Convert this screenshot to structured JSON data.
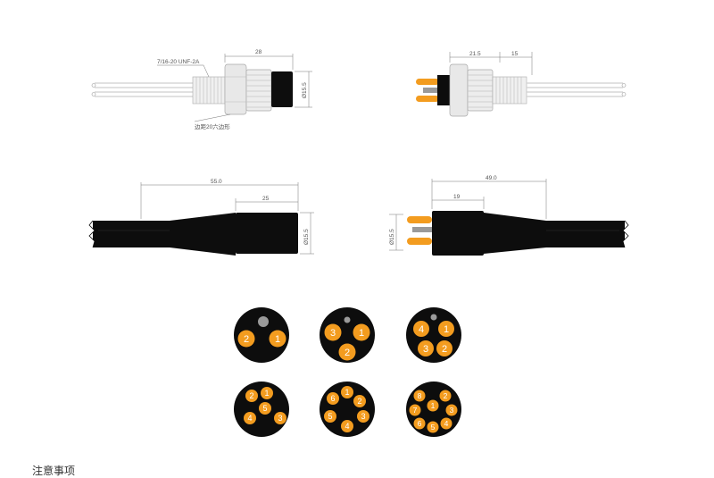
{
  "colors": {
    "pin": "#f39c1f",
    "body": "#0d0d0d",
    "key": "#9a9a9a",
    "metal": "#e9e9e9",
    "line": "#555555"
  },
  "top_left": {
    "thread_label": "7/16-20 UNF-2A",
    "length_label": "28",
    "diameter_label": "Ø15.5",
    "hex_label": "边距20六边形"
  },
  "top_right": {
    "length_a_label": "21.5",
    "length_b_label": "15"
  },
  "mid_left": {
    "total_label": "55.0",
    "body_label": "25",
    "diameter_label": "Ø15.5"
  },
  "mid_right": {
    "total_label": "49.0",
    "body_label": "19",
    "diameter_label": "Ø15.5"
  },
  "pin_layouts": [
    {
      "pins": [
        "2",
        "1"
      ]
    },
    {
      "pins": [
        "3",
        "1",
        "2"
      ]
    },
    {
      "pins": [
        "4",
        "1",
        "3",
        "2"
      ]
    },
    {
      "pins": [
        "2",
        "1",
        "5",
        "4",
        "3"
      ]
    },
    {
      "pins": [
        "6",
        "1",
        "2",
        "5",
        "3",
        "4"
      ]
    },
    {
      "pins": [
        "8",
        "2",
        "7",
        "1",
        "3",
        "6",
        "5",
        "4"
      ]
    }
  ],
  "footer_text": "注意事项"
}
